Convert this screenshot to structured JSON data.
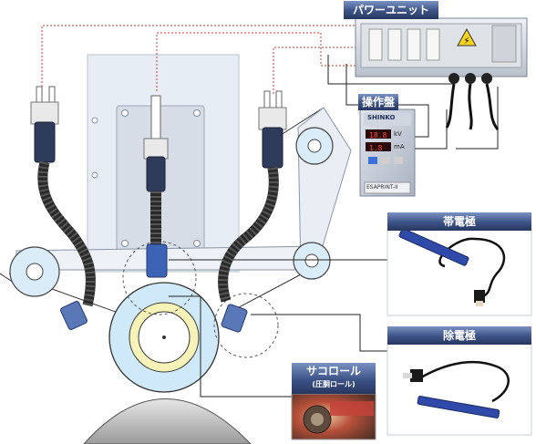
{
  "labels": {
    "power_unit": "パワーユニット",
    "control_panel": "操作盤",
    "charging_electrode": "帯電極",
    "discharging_electrode": "除電極",
    "saco_roll": "サコロール",
    "saco_roll_sub": "(圧胴ロール)"
  },
  "device_text": {
    "brand": "SHINKO",
    "meter_kv": "kV",
    "meter_ma": "mA",
    "model": "ESAPRINT-II"
  },
  "colors": {
    "label_bg": "#2d3f66",
    "label_gradient_top": "#6f87b8",
    "cable_red": "#d43a2c",
    "electrode_blue": "#2f4aa8",
    "roll_blue": "#cfe9f8",
    "roll_yellow": "#f6f2b8",
    "machine_frame": "#e4ebf3"
  }
}
